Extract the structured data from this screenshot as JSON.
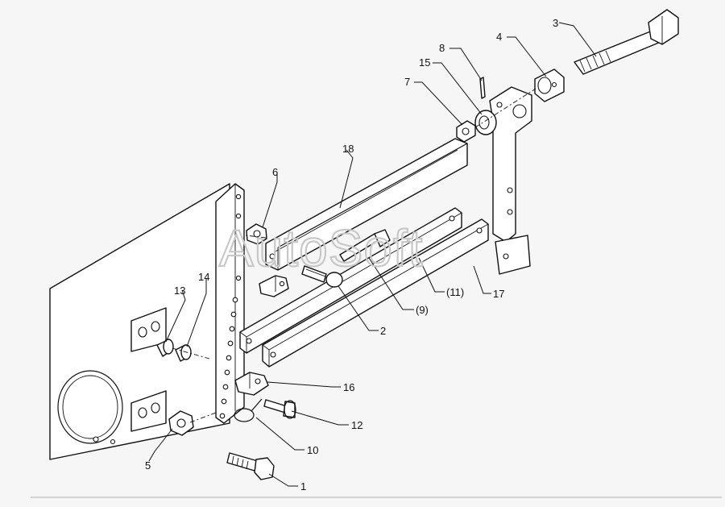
{
  "watermark": "AutoSoft",
  "callouts": {
    "c1": "1",
    "c2": "2",
    "c3": "3",
    "c4": "4",
    "c5": "5",
    "c6": "6",
    "c7": "7",
    "c8": "8",
    "c9": "(9)",
    "c10": "10",
    "c11": "(11)",
    "c12": "12",
    "c13": "13",
    "c14": "14",
    "c15": "15",
    "c16": "16",
    "c17": "17",
    "c18": "18"
  }
}
